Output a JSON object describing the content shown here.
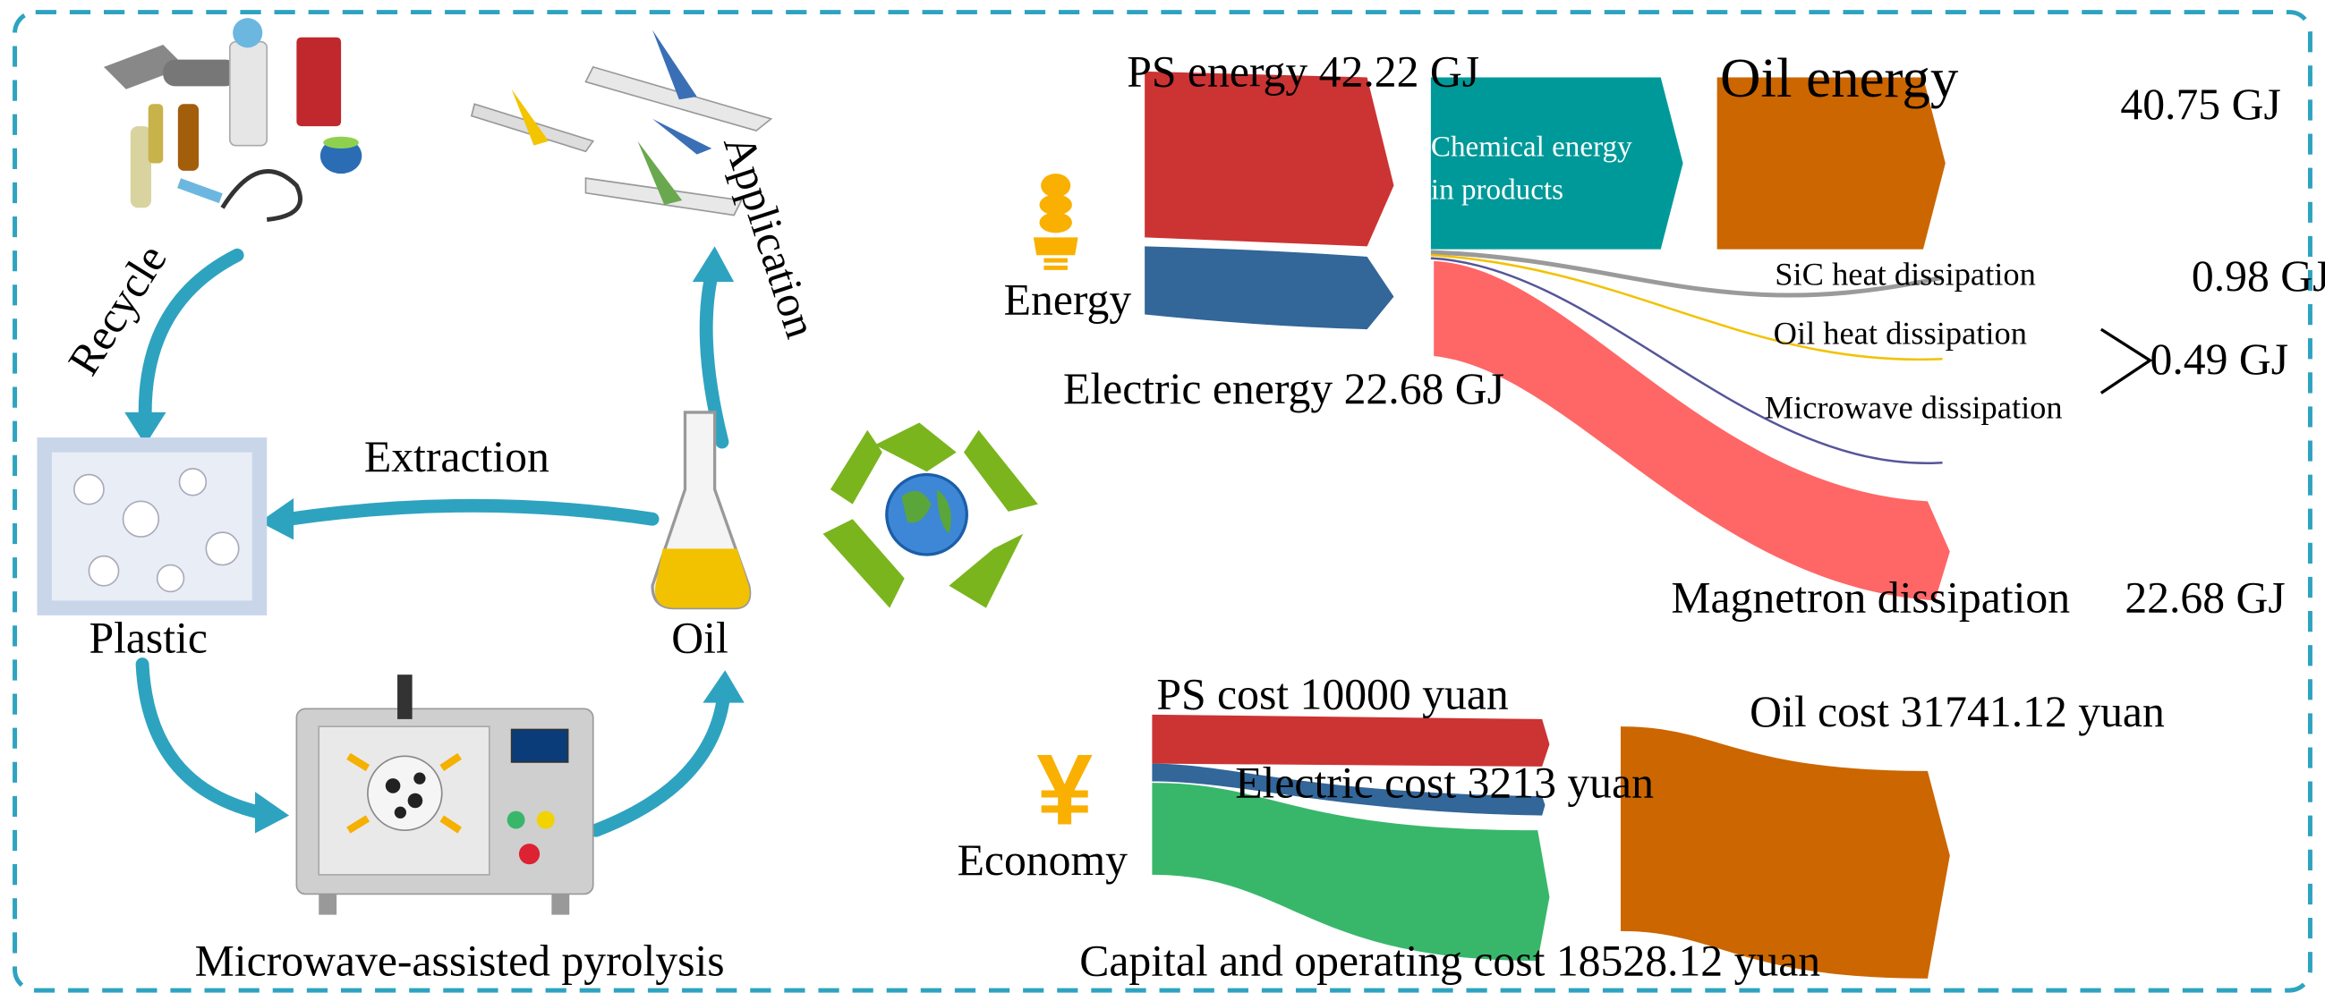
{
  "cycle": {
    "recycle": "Recycle",
    "application": "Application",
    "extraction": "Extraction",
    "plastic": "Plastic",
    "oil": "Oil",
    "pyrolysis": "Microwave-assisted pyrolysis"
  },
  "energy": {
    "section_label": "Energy",
    "ps": "PS energy 42.22 GJ",
    "electric": "Electric energy 22.68 GJ",
    "chemical_line1": "Chemical energy",
    "chemical_line2": "in products",
    "oil_title": "Oil energy",
    "oil_value": "40.75 GJ",
    "sic": "SiC heat dissipation",
    "sic_value": "0.98 GJ",
    "oil_heat": "Oil heat dissipation",
    "microwave": "Microwave dissipation",
    "pair_value": "0.49 GJ",
    "magnetron": "Magnetron dissipation",
    "magnetron_value": "22.68 GJ"
  },
  "economy": {
    "section_label": "Economy",
    "symbol": "¥",
    "ps_cost": "PS cost 10000 yuan",
    "electric_cost": "Electric cost 3213 yuan",
    "oil_cost": "Oil cost 31741.12 yuan",
    "capital_cost": "Capital and operating cost 18528.12 yuan"
  },
  "colors": {
    "border": "#2ea3c0",
    "ps": "#cc3333",
    "electric": "#336699",
    "chemical": "#009999",
    "oil": "#cc6600",
    "magnetron": "#ff6666",
    "capital": "#38b76b",
    "recycle_green": "#7ab51d",
    "icon_orange": "#f9b000"
  }
}
